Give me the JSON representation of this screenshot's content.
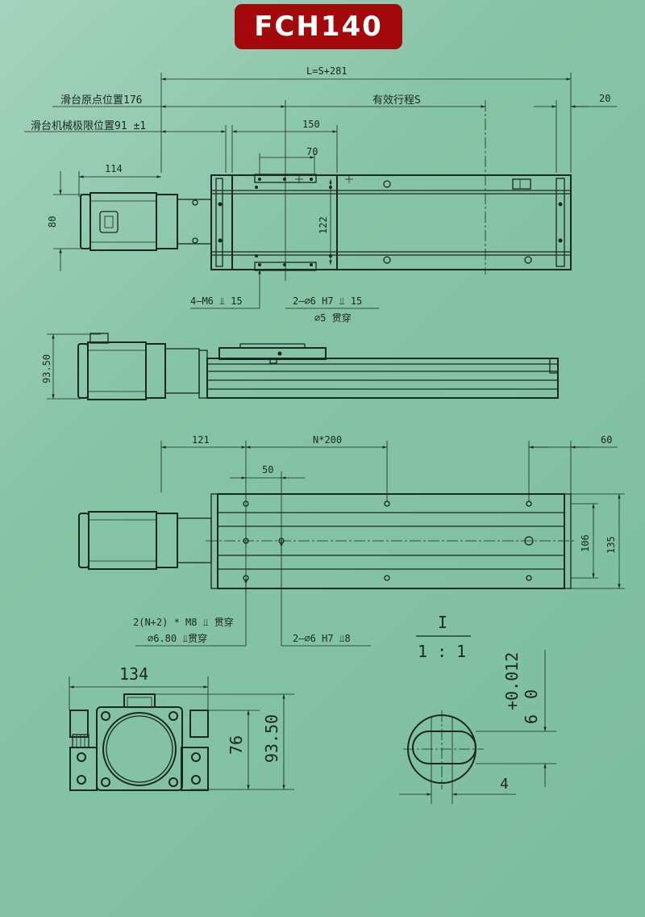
{
  "title": "FCH140",
  "colors": {
    "background": "#86c4a7",
    "badge": "#a3090b",
    "line": "#1b2722"
  },
  "top_view": {
    "total_length": "L=S+281",
    "slide_origin": "滑台原点位置176",
    "effective_stroke": "有效行程S",
    "end_length": "20",
    "mech_limit": "滑台机械极限位置91 ±1",
    "carriage_length": "150",
    "hole_spacing": "70",
    "motor_length": "114",
    "motor_height": "80",
    "carriage_width": "122",
    "tap_note": "4—M6 ⫫ 15",
    "pin_note": "2—∅6 H7 ⫫ 15",
    "through_note": "∅5 贯穿"
  },
  "side_view": {
    "height": "93.50"
  },
  "bottom_view": {
    "start_offset": "121",
    "pitch": "N*200",
    "end_offset": "60",
    "pin_offset": "50",
    "hole_width": "106",
    "base_width": "135",
    "mount_note1": "2(N+2) * M8 ⫫ 贯穿",
    "mount_note2": "∅6.80 ⫫贯穿",
    "pin_note": "2—∅6 H7 ⫫8"
  },
  "detail": {
    "label": "I",
    "scale": "1 : 1",
    "tolerance_upper": "+0.012",
    "tolerance_lower": "0",
    "slot_width": "6",
    "slot_depth": "4"
  },
  "end_view": {
    "width": "134",
    "height_inner": "76",
    "height_total": "93.50"
  }
}
